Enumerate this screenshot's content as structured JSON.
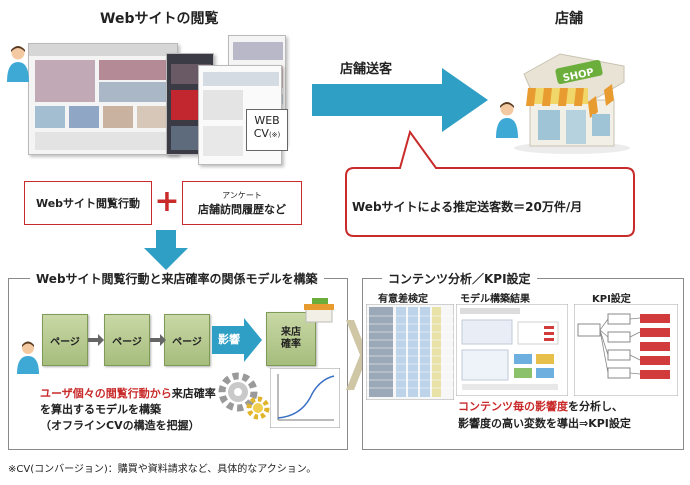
{
  "top": {
    "web_title": "Webサイトの閲覧",
    "store_title": "店舗",
    "send_label": "店舗送客",
    "web_cv_line1": "WEB",
    "web_cv_line2": "CV",
    "web_cv_mark": "(※)",
    "estimate_text": "Webサイトによる推定送客数＝20万件/月",
    "shop_sign": "SHOP"
  },
  "inputs": {
    "browse_action": "Webサイト閲覧行動",
    "plus": "+",
    "survey_small": "アンケート",
    "survey_main": "店舗訪問履歴など"
  },
  "left_section": {
    "title": "Webサイト閲覧行動と来店確率の関係モデルを構築",
    "pages": [
      "ページ",
      "ページ",
      "ページ"
    ],
    "influence": "影響",
    "visit_line1": "来店",
    "visit_line2": "確率",
    "desc_line1_red": "ユーザ個々の閲覧行動から",
    "desc_line1_black": "来店確率",
    "desc_line2": "を算出するモデルを構築",
    "desc_line3": "（オフラインCVの構造を把握）"
  },
  "right_section": {
    "title": "コンテンツ分析／KPI設定",
    "col1": "有意差検定",
    "col2": "モデル構築結果",
    "col3": "KPI設定",
    "desc_line1_red": "コンテンツ毎の影響度",
    "desc_line1_black": "を分析し、",
    "desc_line2": "影響度の高い変数を導出⇒KPI設定"
  },
  "footnote": "※CV(コンバージョン)：購買や資料請求など、具体的なアクション。",
  "colors": {
    "accent_red": "#c92b2b",
    "arrow_teal": "#2f9fc6",
    "page_green": "#b2c78a",
    "chevron_tan": "#cfc6a6"
  }
}
